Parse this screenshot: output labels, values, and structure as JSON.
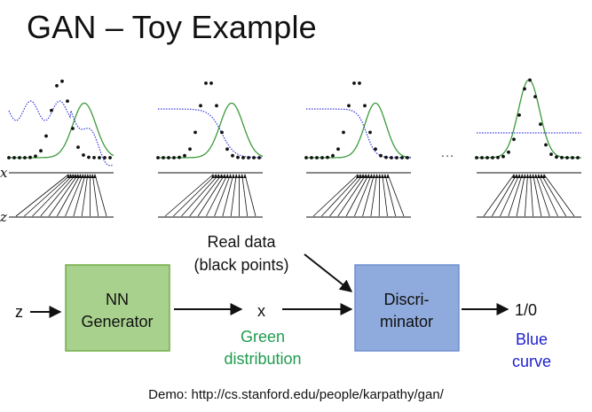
{
  "slide": {
    "title": "GAN – Toy Example",
    "demo_text": "Demo: http://cs.stanford.edu/people/karpathy/gan/"
  },
  "toy": {
    "axis_x_label": "x",
    "axis_z_label": "z",
    "ellipsis": "…",
    "panel_count": 4
  },
  "flow": {
    "input_z": "z",
    "generator_line1": "NN",
    "generator_line2": "Generator",
    "output_x": "x",
    "green_label_line1": "Green",
    "green_label_line2": "distribution",
    "real_data_line1": "Real data",
    "real_data_line2": "(black points)",
    "discriminator_line1": "Discri-",
    "discriminator_line2": "minator",
    "output": "1/0",
    "blue_label_line1": "Blue",
    "blue_label_line2": "curve"
  },
  "colors": {
    "generator_fill": "#a9d18e",
    "generator_stroke": "#70ad47",
    "discriminator_fill": "#8faadc",
    "discriminator_stroke": "#6f8fcf",
    "green_text": "#1f9b4f",
    "blue_text": "#1f1fd0",
    "green_curve": "#3c9a3c",
    "blue_curve": "#3a3ae0"
  }
}
